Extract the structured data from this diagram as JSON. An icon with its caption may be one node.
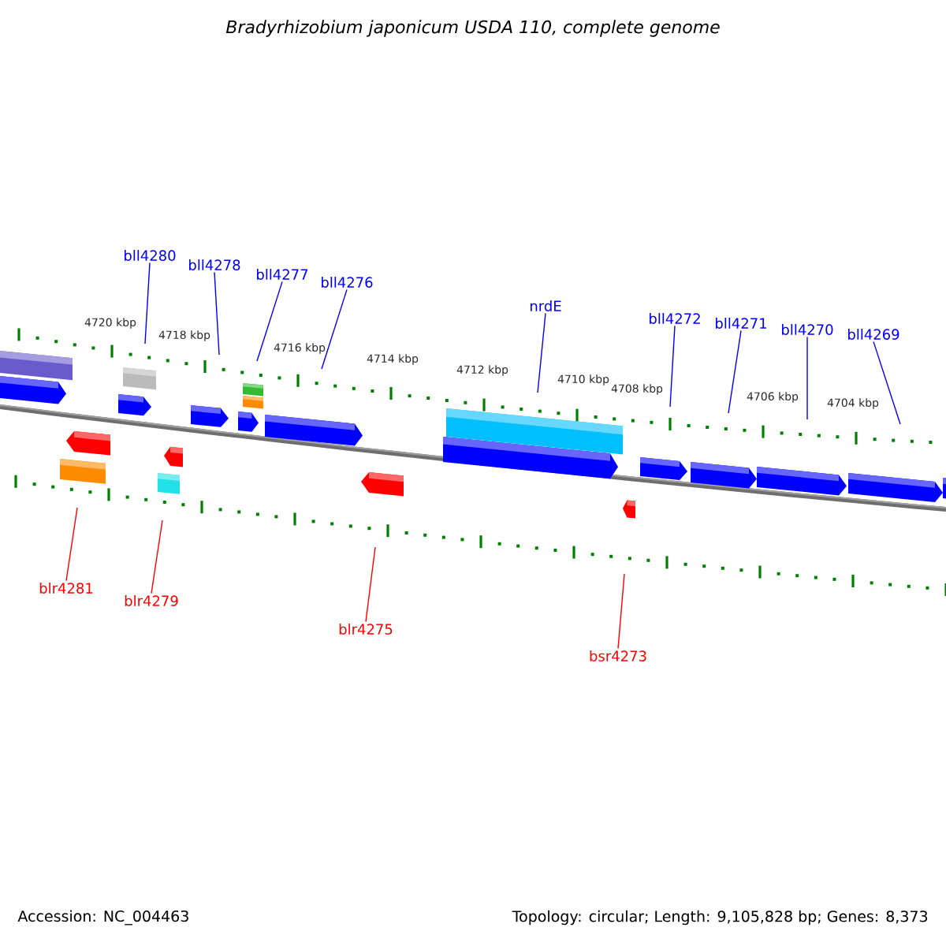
{
  "diagram": {
    "title": "Bradyrhizobium japonicum USDA 110, complete genome",
    "nodes": [
      {
        "text": [
          "bll4280"
        ]
      },
      {
        "text": [
          "bll4278"
        ]
      },
      {
        "text": [
          "bll4277"
        ]
      },
      {
        "text": [
          "bll4276"
        ]
      },
      {
        "text": [
          "nrdE"
        ]
      },
      {
        "text": [
          "bll4272"
        ]
      },
      {
        "text": [
          "bll4271"
        ]
      },
      {
        "text": [
          "bll4270"
        ]
      },
      {
        "text": [
          "bll4269"
        ]
      },
      {
        "text": [
          "blr4281"
        ]
      },
      {
        "text": [
          "blr4279"
        ]
      },
      {
        "text": [
          "blr4275"
        ]
      },
      {
        "text": [
          "bsr4273"
        ]
      }
    ],
    "edges": [
      {
        "from": 0,
        "to": null,
        "arrow": "none"
      },
      {
        "from": 1,
        "to": null,
        "arrow": "none"
      },
      {
        "from": 2,
        "to": null,
        "arrow": "none"
      },
      {
        "from": 3,
        "to": null,
        "arrow": "none"
      },
      {
        "from": 4,
        "to": null,
        "arrow": "none"
      },
      {
        "from": 5,
        "to": null,
        "arrow": "none"
      },
      {
        "from": 6,
        "to": null,
        "arrow": "none"
      },
      {
        "from": 7,
        "to": null,
        "arrow": "none"
      },
      {
        "from": 8,
        "to": null,
        "arrow": "none"
      },
      {
        "from": 9,
        "to": null,
        "arrow": "none",
        "color": "#ff0000"
      },
      {
        "from": 10,
        "to": null,
        "arrow": "none",
        "color": "#ff0000"
      },
      {
        "from": 11,
        "to": null,
        "arrow": "none",
        "color": "#ff0000"
      },
      {
        "from": 12,
        "to": null,
        "arrow": "none",
        "color": "#ff0000"
      }
    ],
    "labels": [
      "4720 kbp",
      "4718 kbp",
      "4716 kbp",
      "4714 kbp",
      "4712 kbp",
      "4710 kbp",
      "4708 kbp",
      "4706 kbp",
      "4704 kbp",
      "Accession: NC_004463",
      "Topology: circular; Length: 9,105,828 bp; Genes: 8,373"
    ]
  }
}
